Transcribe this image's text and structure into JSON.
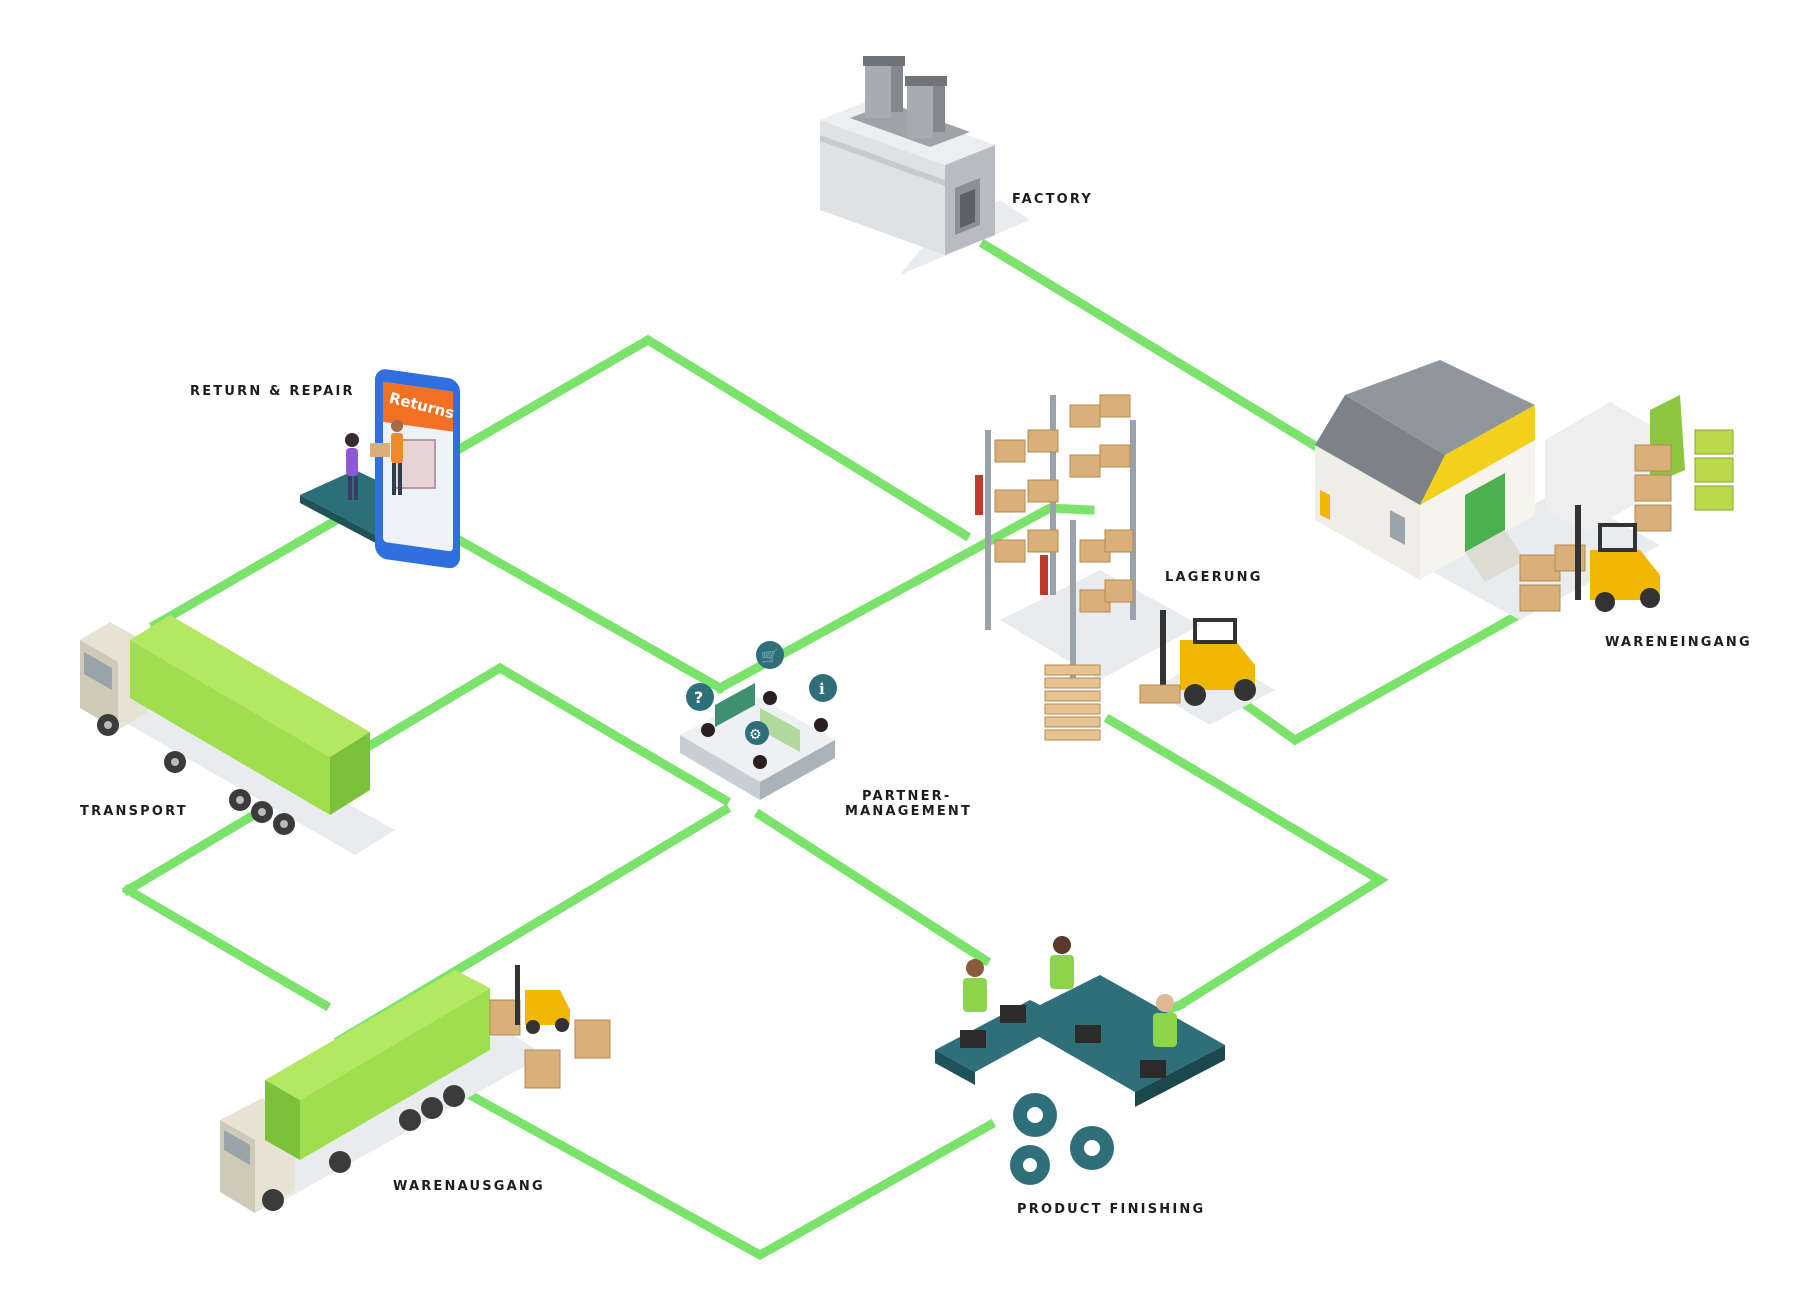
{
  "diagram": {
    "labels": {
      "factory": "FACTORY",
      "return_repair": "RETURN & REPAIR",
      "lagerung": "LAGERUNG",
      "wareneingang": "WARENEINGANG",
      "transport": "TRANSPORT",
      "partner_line1": "PARTNER-",
      "partner_line2": "MANAGEMENT",
      "warenausgang": "WARENAUSGANG",
      "product_finishing": "PRODUCT FINISHING"
    },
    "phone_screen_text": "Returns",
    "colors": {
      "path": "#7be36b",
      "truck_green": "#9fdf4f",
      "truck_green_dark": "#7cc13a",
      "box": "#d9b07a",
      "forklift": "#f2b705",
      "teal": "#2e6f7a",
      "returns_orange": "#f36f21",
      "phone_blue": "#2f6fe0",
      "building_grey": "#c9cdd1"
    },
    "icons": [
      "factory-icon",
      "phone-returns-icon",
      "shelving-icon",
      "forklift-icon",
      "warehouse-icon",
      "truck-icon",
      "support-desk-icon",
      "conveyor-icon",
      "gear-icon",
      "pallet-icon"
    ]
  }
}
